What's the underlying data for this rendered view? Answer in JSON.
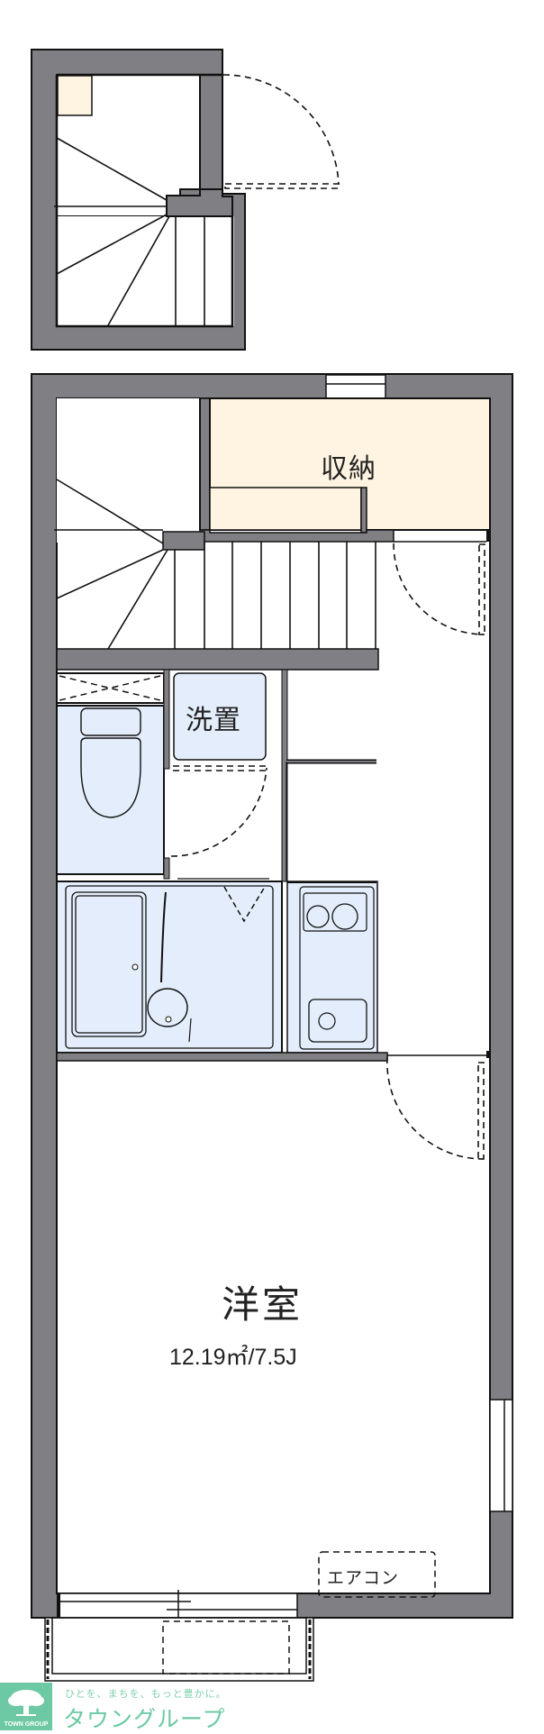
{
  "plan": {
    "colors": {
      "wall": "#808084",
      "storage": "#fff4e2",
      "wet_area": "#e4edfb",
      "line": "#111111",
      "brand": "#6cc9a3"
    },
    "rooms": {
      "storage": {
        "label": "収納"
      },
      "laundry": {
        "label": "洗置"
      },
      "western_room": {
        "label": "洋室",
        "area": "12.19㎡/7.5J"
      }
    },
    "equipment": {
      "aircon": {
        "label": "エアコン"
      }
    }
  },
  "brand": {
    "tagline": "ひとを、まちを、もっと豊かに。",
    "name": "タウングループ",
    "name_en": "TOWN GROUP",
    "logo_icon": "tree-icon"
  }
}
